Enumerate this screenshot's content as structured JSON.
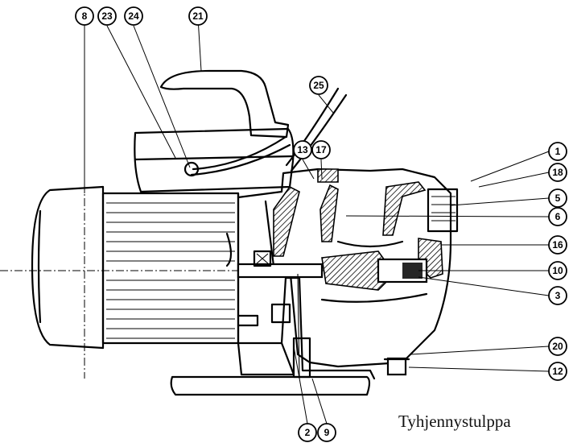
{
  "callouts": {
    "c1": "1",
    "c2": "2",
    "c3": "3",
    "c5": "5",
    "c6": "6",
    "c8": "8",
    "c9": "9",
    "c10": "10",
    "c12": "12",
    "c13": "13",
    "c16": "16",
    "c17": "17",
    "c18": "18",
    "c20": "20",
    "c21": "21",
    "c23": "23",
    "c24": "24",
    "c25": "25"
  },
  "caption": "Tyhjennystulppa"
}
